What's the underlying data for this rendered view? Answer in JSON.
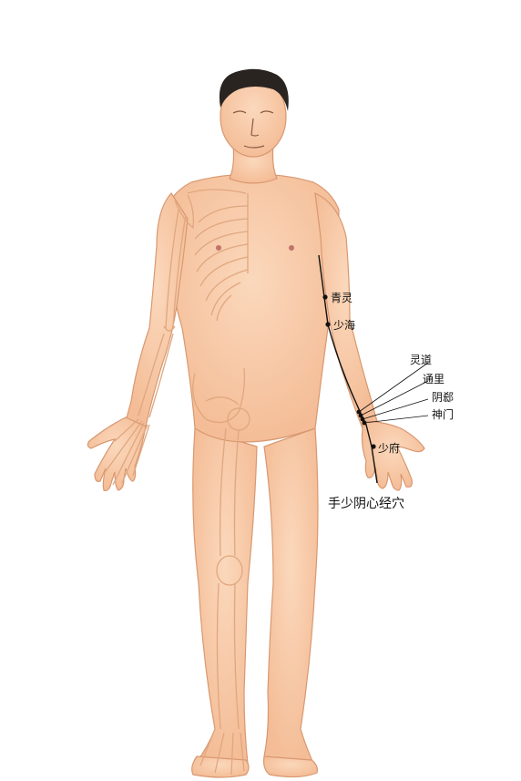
{
  "caption": "手少阴心经穴",
  "points": {
    "qingling": "青灵",
    "shaohai": "少海",
    "lingdao": "灵道",
    "tongli": "通里",
    "yinxi": "阴郄",
    "shenmen": "神门",
    "shaofu": "少府"
  },
  "colors": {
    "skin": "#f8c9a5",
    "skin_outline": "#d89870",
    "bone_line": "#e0a77f",
    "hair": "#2a2420",
    "meridian": "#111111",
    "point": "#111111"
  },
  "icons": {
    "body": "human-body-anterior",
    "skeleton": "skeleton-overlay",
    "point_marker": "acupoint-dot"
  }
}
